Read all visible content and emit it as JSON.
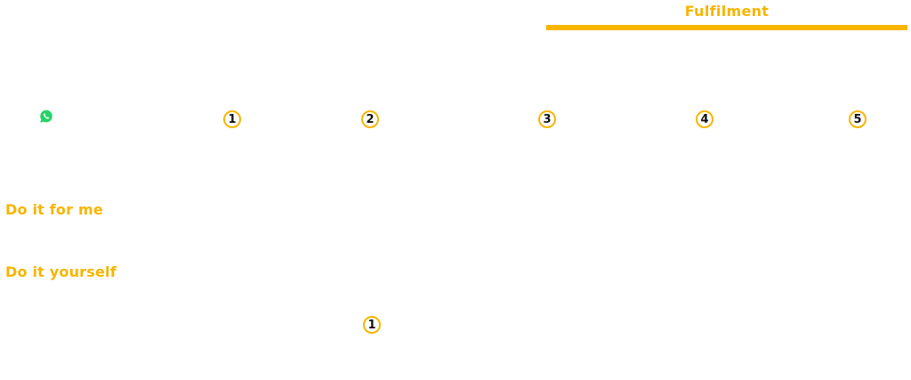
{
  "tabs": {
    "fulfilment_label": "Fulfilment"
  },
  "colors": {
    "accent": "#f7b500",
    "whatsapp": "#25d366",
    "step_text": "#111111"
  },
  "contact": {
    "icon": "whatsapp-icon"
  },
  "process_steps": [
    "1",
    "2",
    "3",
    "4",
    "5"
  ],
  "sections": {
    "do_it_for_me": "Do it for me",
    "do_it_yourself": "Do it yourself"
  },
  "diy_steps": [
    "1"
  ]
}
